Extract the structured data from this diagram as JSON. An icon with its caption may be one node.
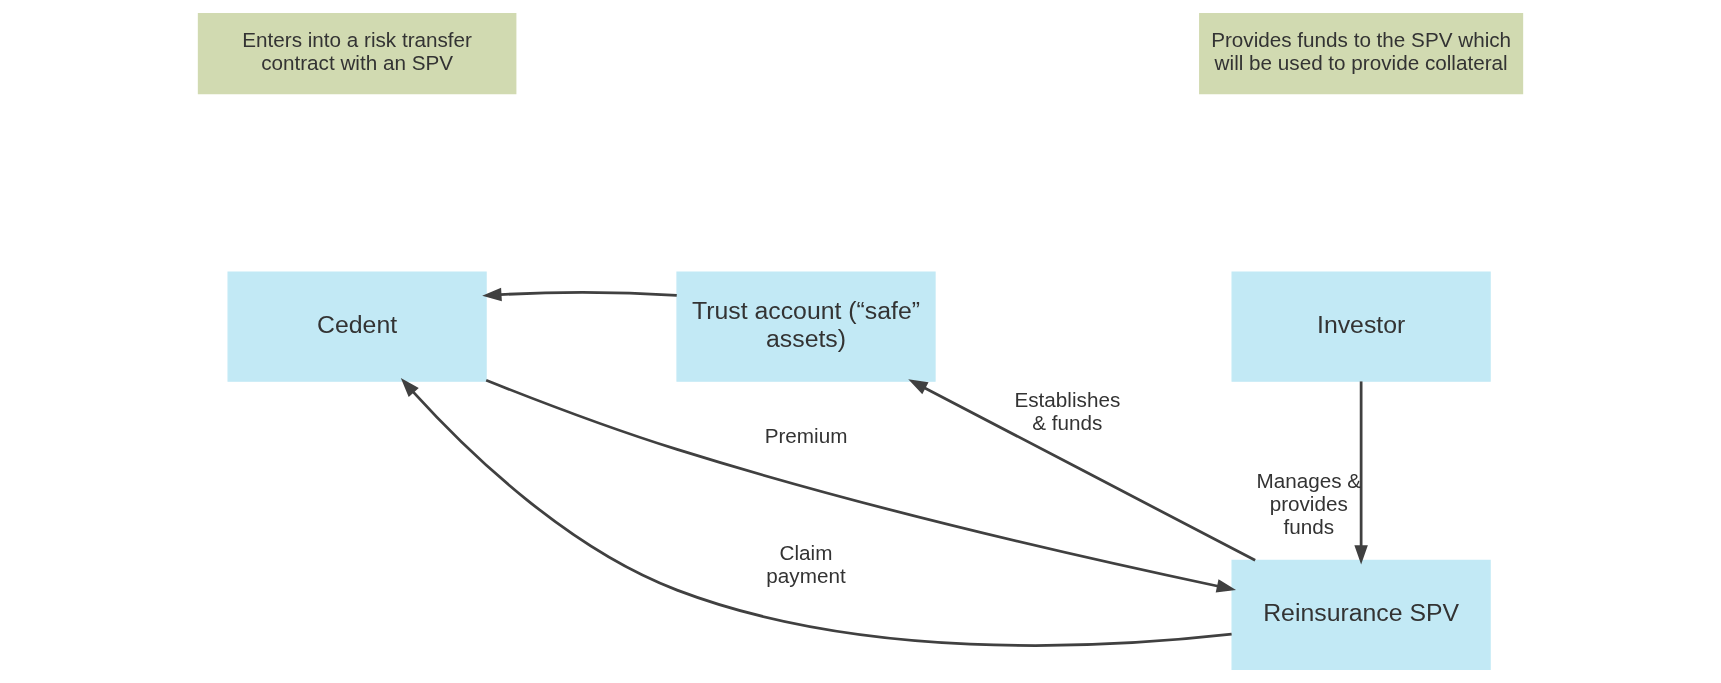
{
  "diagram": {
    "nodes": [
      {
        "text": [
          "Provides funds to the SPV which will be used to provide collateral"
        ]
      },
      {
        "text": [
          "Trust account (“safe” assets)"
        ]
      },
      {
        "text": [
          "Investor"
        ]
      },
      {
        "text": [
          "Enters into a risk transfer contract with an SPV"
        ]
      },
      {
        "text": [
          "Cedent"
        ]
      },
      {
        "text": [
          "Reinsurance SPV"
        ]
      }
    ],
    "edges": [
      {
        "from": 1,
        "to": 4,
        "arrow": "to"
      },
      {
        "from": 5,
        "to": 1,
        "arrow": "to",
        "label": "Establishes & funds"
      },
      {
        "from": 2,
        "to": 5,
        "arrow": "to",
        "label": "Manages & provides funds"
      },
      {
        "from": 4,
        "to": 5,
        "arrow": "to",
        "label": "Premium"
      },
      {
        "from": 5,
        "to": 4,
        "arrow": "to",
        "label": "Claim payment"
      }
    ]
  }
}
